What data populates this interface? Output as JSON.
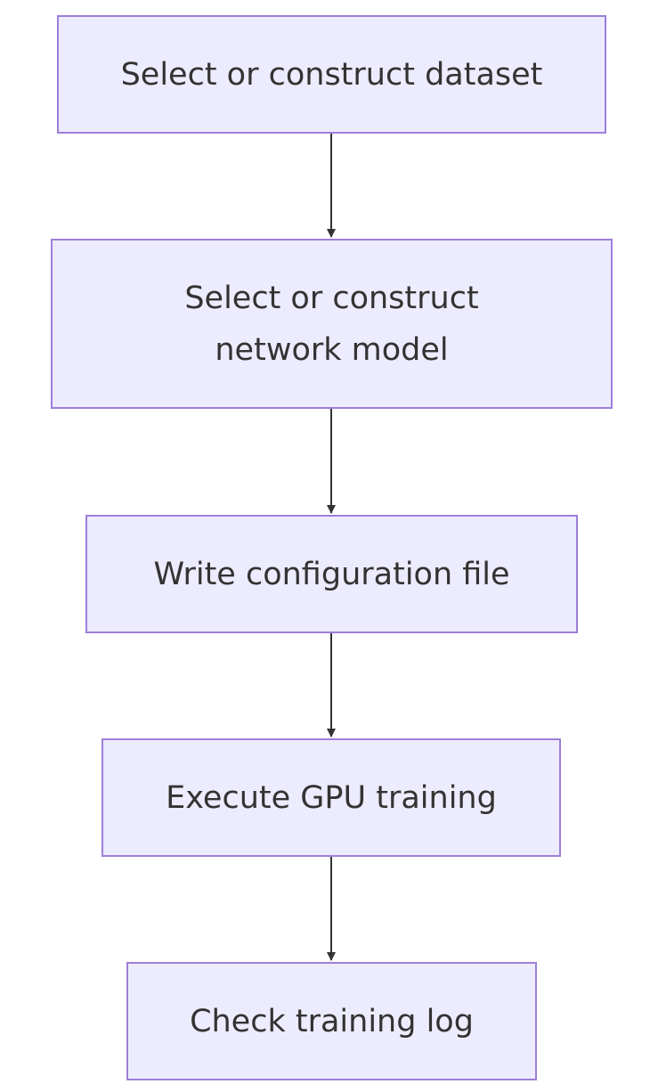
{
  "diagram": {
    "type": "flowchart",
    "direction": "top-to-bottom",
    "colors": {
      "node_fill": "#ececfe",
      "node_border": "#9d7fd9",
      "text": "#333333",
      "edge": "#333333"
    },
    "nodes": [
      {
        "id": "select-dataset",
        "label": "Select or construct dataset"
      },
      {
        "id": "select-model",
        "label": "Select or construct\nnetwork model"
      },
      {
        "id": "write-config",
        "label": "Write configuration file"
      },
      {
        "id": "gpu-training",
        "label": "Execute GPU training"
      },
      {
        "id": "check-log",
        "label": "Check training log"
      }
    ],
    "edges": [
      {
        "from": "select-dataset",
        "to": "select-model"
      },
      {
        "from": "select-model",
        "to": "write-config"
      },
      {
        "from": "write-config",
        "to": "gpu-training"
      },
      {
        "from": "gpu-training",
        "to": "check-log"
      }
    ]
  }
}
